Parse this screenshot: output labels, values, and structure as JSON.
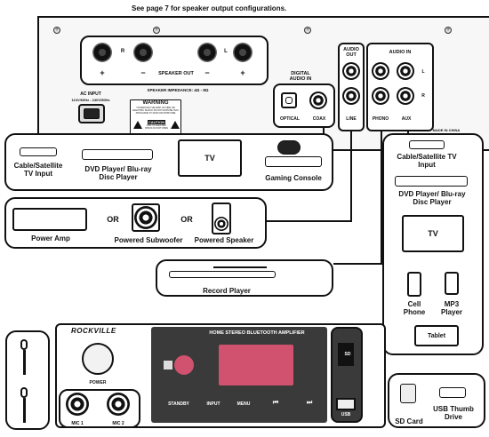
{
  "header_note": "See page 7 for speaker output configurations.",
  "rear_panel": {
    "speaker_out": "SPEAKER OUT",
    "speaker_impedance": "SPEAKER IMPEDANCE: 4Ω - 8Ω",
    "r_label": "R",
    "l_label": "L",
    "plus": "+",
    "minus": "−",
    "ac_input": "AC INPUT",
    "ac_rating": "110V/60Hz - 240V/50Hz",
    "warning_title": "WARNING",
    "warning_text": "TO REDUCE THE RISK OF FIRE OR ELECTRIC SHOCK DO NOT EXPOSE THIS APPLIANCE TO RAIN OR MOISTURE",
    "caution_title": "CAUTION",
    "caution_text": "RISK OF ELECTRIC SHOCK DO NOT OPEN",
    "digital_audio_in": "DIGITAL AUDIO IN",
    "optical": "OPTICAL",
    "coax": "COAX",
    "audio_out": "AUDIO OUT",
    "audio_in": "AUDIO IN",
    "line": "LINE",
    "phono": "PHONO",
    "aux": "AUX",
    "made_in": "MADE IN CHINA"
  },
  "sources_box": {
    "cable": "Cable/Satellite TV Input",
    "dvd": "DVD Player/ Blu-ray Disc Player",
    "tv": "TV",
    "gaming": "Gaming Console"
  },
  "outputs_box": {
    "power_amp": "Power Amp",
    "or1": "OR",
    "subwoofer": "Powered Subwoofer",
    "or2": "OR",
    "speaker": "Powered Speaker"
  },
  "record_player": "Record Player",
  "right_box": {
    "cable": "Cable/Satellite TV Input",
    "dvd": "DVD Player/ Blu-ray Disc Player",
    "tv": "TV",
    "cell": "Cell Phone",
    "mp3": "MP3 Player",
    "tablet": "Tablet"
  },
  "front_panel": {
    "brand": "ROCKVILLE",
    "title": "HOME STEREO BLUETOOTH AMPLIFIER",
    "power": "POWER",
    "standby": "STANDBY",
    "input": "INPUT",
    "menu": "MENU",
    "prev": "⏮",
    "next": "⏭",
    "sd": "SD",
    "usb": "USB",
    "mic1": "MIC 1",
    "mic2": "MIC 2"
  },
  "media": {
    "sd_card": "SD Card",
    "usb_drive": "USB Thumb Drive"
  }
}
